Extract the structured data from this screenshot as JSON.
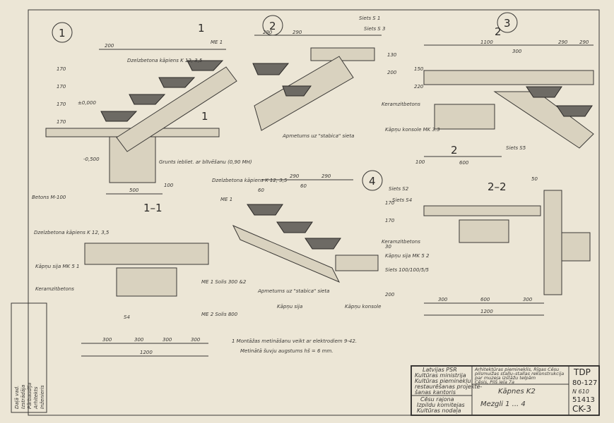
{
  "view_markers": [
    "1",
    "2",
    "3",
    "4"
  ],
  "section_titles": [
    "1–1",
    "2–2"
  ],
  "section_marks": [
    "1",
    "1",
    "2",
    "2"
  ],
  "view1": {
    "dim_top": "200",
    "step_label": "Dzelzbetona kāpiens K 12, 3,5",
    "me": "ME 1",
    "rises": [
      "170",
      "170",
      "170",
      "170"
    ],
    "level_top": "±0,000",
    "level_bottom": "-0,500",
    "soil": "Grunts iebliet. ar blīvēšanu (0,90 MH)",
    "concrete": "Betons M-100",
    "dim_bottom": "500",
    "dim_side": "100"
  },
  "view2": {
    "dims": [
      "290",
      "290"
    ],
    "mesh1": "Siets S 1",
    "mesh3": "Siets S 3",
    "plaster": "Apmetums uz \"stabica\" sieta",
    "rises": [
      "130",
      "200"
    ]
  },
  "view3": {
    "dims": [
      "1100",
      "300",
      "290",
      "290"
    ],
    "keram": "Keramzitbetons",
    "console": "Kāpņu konsole MK 3.3",
    "mesh5": "Siets S5",
    "dim_bottom": "600",
    "dim_side": "100",
    "rises": [
      "150",
      "220"
    ]
  },
  "view4": {
    "dims": [
      "290",
      "290",
      "60",
      "60"
    ],
    "step_label": "Dzelzbetona kāpiens K 12, 3,5",
    "me": "ME 1",
    "plaster": "Apmetums uz \"stabica\" sieta",
    "beam": "Kāpņu sija",
    "console": "Kāpņu konsole",
    "rises": [
      "170",
      "170",
      "30",
      "200"
    ]
  },
  "section22": {
    "mesh2": "Siets S2",
    "mesh4": "Siets S4",
    "keram": "Keramzitbetons",
    "beam": "Kāpņu sija MK 5 2",
    "mesh": "Siets 100/100/5/5",
    "dims": [
      "300",
      "600",
      "300"
    ],
    "total": "1200",
    "gap": "50"
  },
  "section11": {
    "step_label": "Dzelzbetona kāpiens K 12, 3,5",
    "beam": "Kāpņu sija MK 5 1",
    "keram": "Keramzitbetons",
    "me1": "ME 1 Solis 300 &2",
    "me2": "ME 2 Solis 800",
    "s4": "S4",
    "dims": [
      "300",
      "300",
      "300",
      "300"
    ],
    "total": "1200"
  },
  "notes": [
    "1  Montāžas metināšanu veikt ar elektrodiem 9-42.",
    "Metinātā šuvju augstums hš = 6 mm."
  ],
  "title_block": {
    "org": [
      "Latvijas PSR",
      "Kultūras ministrija",
      "Kultūras pieminekļu",
      "restaurēšanas projektē-",
      "šanas kantoris"
    ],
    "dept": [
      "Cēsu rajona",
      "Izpildu komitejas",
      "Kultūras nodaļa"
    ],
    "project": [
      "Arhitektūras piemineklis, Rīgas Cēsu",
      "pilsmuižas staļļu–stallas rekonstrukcija",
      "par muzeja izstāžu telpām",
      "Cēsis, Pils iela 7a"
    ],
    "sheet_title": "Kāpnes K2",
    "nodes": "Mezgli  1 ... 4",
    "codes": [
      "TDP",
      "80-127",
      "N 610",
      "51413",
      "CK-3"
    ]
  },
  "stamp": [
    "Daļā vad.",
    "Izstrādāja",
    "Pārbaudīja",
    "Arhitekts",
    "Inženieris"
  ]
}
